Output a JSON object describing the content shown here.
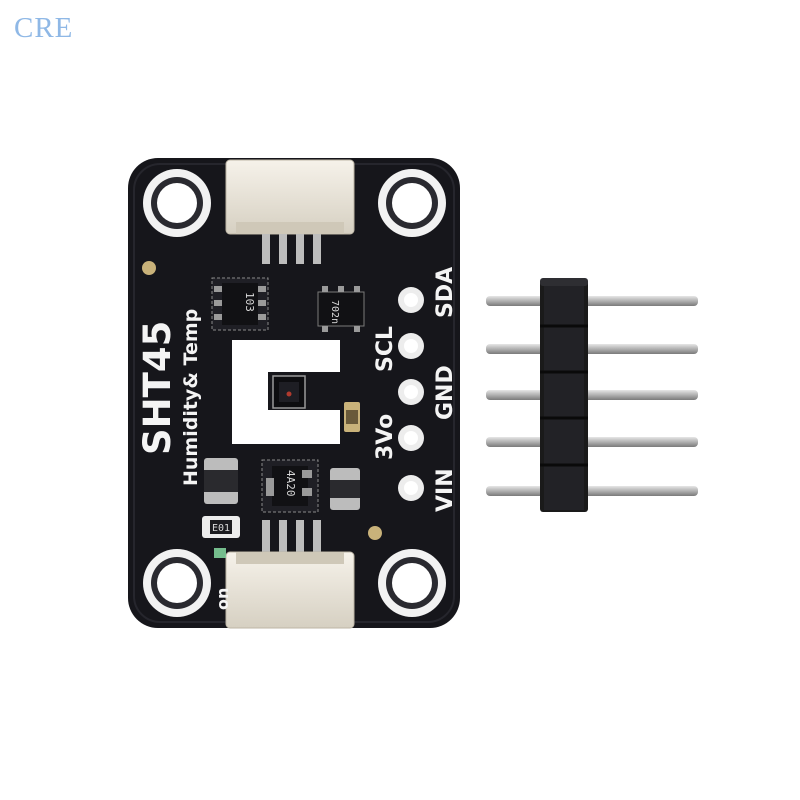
{
  "watermark": "CRE",
  "board": {
    "title": "SHT45",
    "subtitle": "Humidity& Temp",
    "switch_label": "on",
    "pins": [
      "SDA",
      "SCL",
      "GND",
      "3Vo",
      "VIN"
    ],
    "chip_markings": {
      "resistor_array": "103",
      "top_ic": "702n",
      "regulator": "4A20",
      "jumper": "E01"
    }
  },
  "colors": {
    "pcb": "#16161b",
    "silkscreen": "#f4f4f4",
    "connector": "#ece7dc",
    "header_plastic": "#1a1a1a",
    "header_pin": "#b9b9b9",
    "pad_gold": "#c9b27a"
  }
}
